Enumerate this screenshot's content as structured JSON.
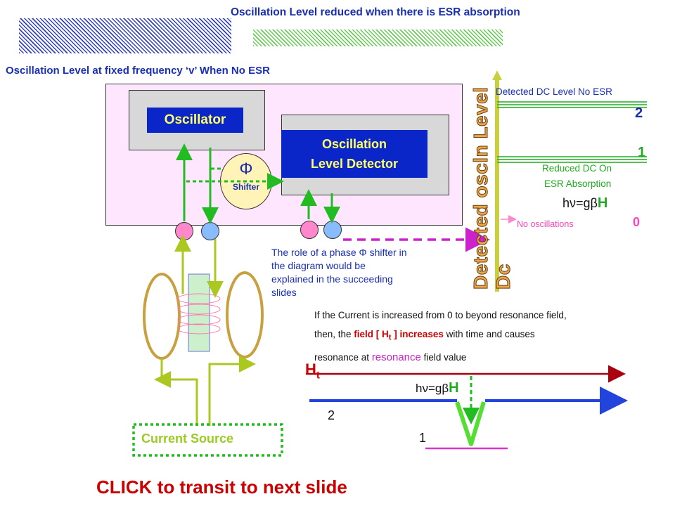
{
  "top_title": "Oscillation Level reduced when there is ESR absorption",
  "left_title": "Oscillation Level at fixed frequency ‘v’ When No ESR",
  "oscillator_label": "Oscillator",
  "detector_label_1": "Oscillation",
  "detector_label_2": "Level Detector",
  "phi_symbol": "Φ",
  "shifter_label": "Shifter",
  "vertical_axis_label": "Detected oscln Level Dc",
  "detected_dc_no_esr": "Detected DC Level No ESR",
  "level_2": "2",
  "level_1": "1",
  "level_0": "0",
  "reduced_dc_1": "Reduced DC On",
  "reduced_dc_2": "ESR Absorption",
  "resonance_eq_prefix": "hν=gβ",
  "resonance_eq_H": "H",
  "no_oscillations": "No oscillations",
  "note_lines": [
    "The role of a phase Φ shifter in",
    "the diagram would be",
    "explained in the succeeding",
    "slides"
  ],
  "current_note": {
    "line1": "If the Current is increased from 0 to beyond resonance field,",
    "line2_a": "then, the ",
    "line2_b": "field [ H",
    "line2_sub": "t",
    "line2_c": " ] increases",
    "line2_d": " with  time and causes",
    "line3_a": "resonance at ",
    "line3_b": "resonance",
    "line3_c": " field value"
  },
  "ht_label": "H",
  "ht_sub": "t",
  "bottom_eq_prefix": "hν=gβ",
  "bottom_eq_H": "H",
  "bottom_level_2": "2",
  "bottom_level_1": "1",
  "current_source": "Current Source",
  "click_text": "CLICK to transit to next slide",
  "colors": {
    "blue": "#1a2fb0",
    "green": "#22bb22",
    "magenta": "#cc22cc",
    "red": "#cc0000",
    "olive": "#aac820"
  }
}
